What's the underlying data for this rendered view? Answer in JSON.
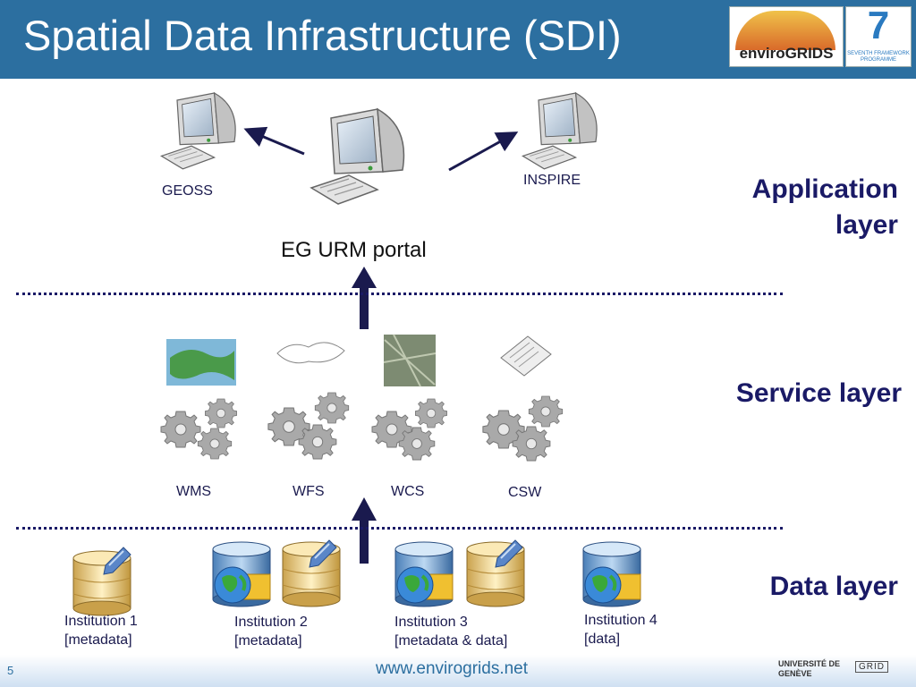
{
  "header": {
    "title": "Spatial Data Infrastructure (SDI)"
  },
  "logos": {
    "envirogrids": "enviroGRIDS",
    "fp7_number": "7",
    "fp7_text": "SEVENTH FRAMEWORK PROGRAMME"
  },
  "layers": {
    "application": "Application layer",
    "service": "Service layer",
    "data": "Data layer"
  },
  "application": {
    "geoss": "GEOSS",
    "inspire": "INSPIRE",
    "portal": "EG URM portal"
  },
  "services": [
    {
      "label": "WMS"
    },
    {
      "label": "WFS"
    },
    {
      "label": "WCS"
    },
    {
      "label": "CSW"
    }
  ],
  "institutions": [
    {
      "line1": "Institution 1",
      "line2": "[metadata]"
    },
    {
      "line1": "Institution 2",
      "line2": "[metadata]"
    },
    {
      "line1": "Institution 3",
      "line2": "[metadata & data]"
    },
    {
      "line1": "Institution 4",
      "line2": "[data]"
    }
  ],
  "footer": {
    "page": "5",
    "url": "www.envirogrids.net",
    "logo_unige": "UNIVERSITÉ DE GENÈVE",
    "logo_grid": "GRID"
  }
}
